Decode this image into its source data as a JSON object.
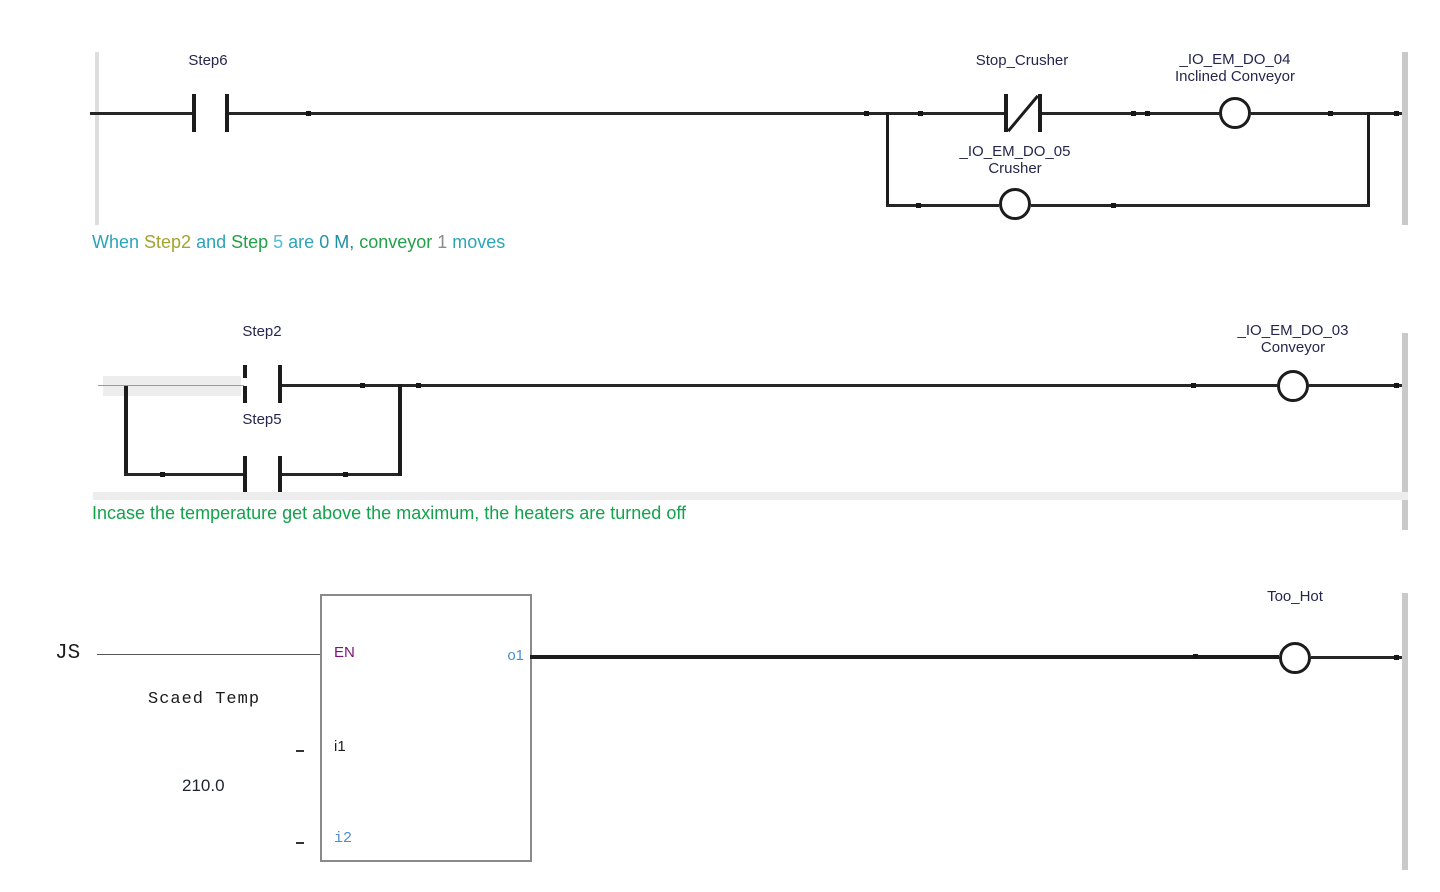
{
  "rung1": {
    "contact_step6": "Step6",
    "contact_stop_crusher": "Stop_Crusher",
    "coil_inclined_tag": "_IO_EM_DO_04",
    "coil_inclined_desc": "Inclined Conveyor",
    "coil_crusher_tag": "_IO_EM_DO_05",
    "coil_crusher_desc": "Crusher",
    "comment_words": [
      {
        "t": "When",
        "c": "#2ba4b8"
      },
      {
        "t": "Step2",
        "c": "#a3a32f"
      },
      {
        "t": "and",
        "c": "#2ba4b8"
      },
      {
        "t": "Step",
        "c": "#22a047"
      },
      {
        "t": "5",
        "c": "#4fbedd"
      },
      {
        "t": "are",
        "c": "#2ba4b8"
      },
      {
        "t": "0",
        "c": "#2596a8"
      },
      {
        "t": "M,",
        "c": "#1d8e9e"
      },
      {
        "t": "conveyor",
        "c": "#22a047"
      },
      {
        "t": "1",
        "c": "#8a8a8a"
      },
      {
        "t": "moves",
        "c": "#2ba4b8"
      }
    ]
  },
  "rung2": {
    "contact_step2": "Step2",
    "contact_step5": "Step5",
    "coil_conveyor_tag": "_IO_EM_DO_03",
    "coil_conveyor_desc": "Conveyor",
    "comment": "Incase the temperature get above the maximum, the heaters are turned off"
  },
  "rung3": {
    "enable_operand": "JS",
    "input1_operand": "Scaed Temp",
    "input2_value": "210.0",
    "block": {
      "en": "EN",
      "o1": "o1",
      "i1": "i1",
      "i2": "i2"
    },
    "coil_too_hot": "Too_Hot"
  },
  "colors": {
    "wire": "#262626",
    "rail": "#c9c9c9",
    "label": "#26264d",
    "comment_green": "#12a24c",
    "port_en_purple": "#7c117c",
    "port_blue": "#4a8fd4"
  }
}
